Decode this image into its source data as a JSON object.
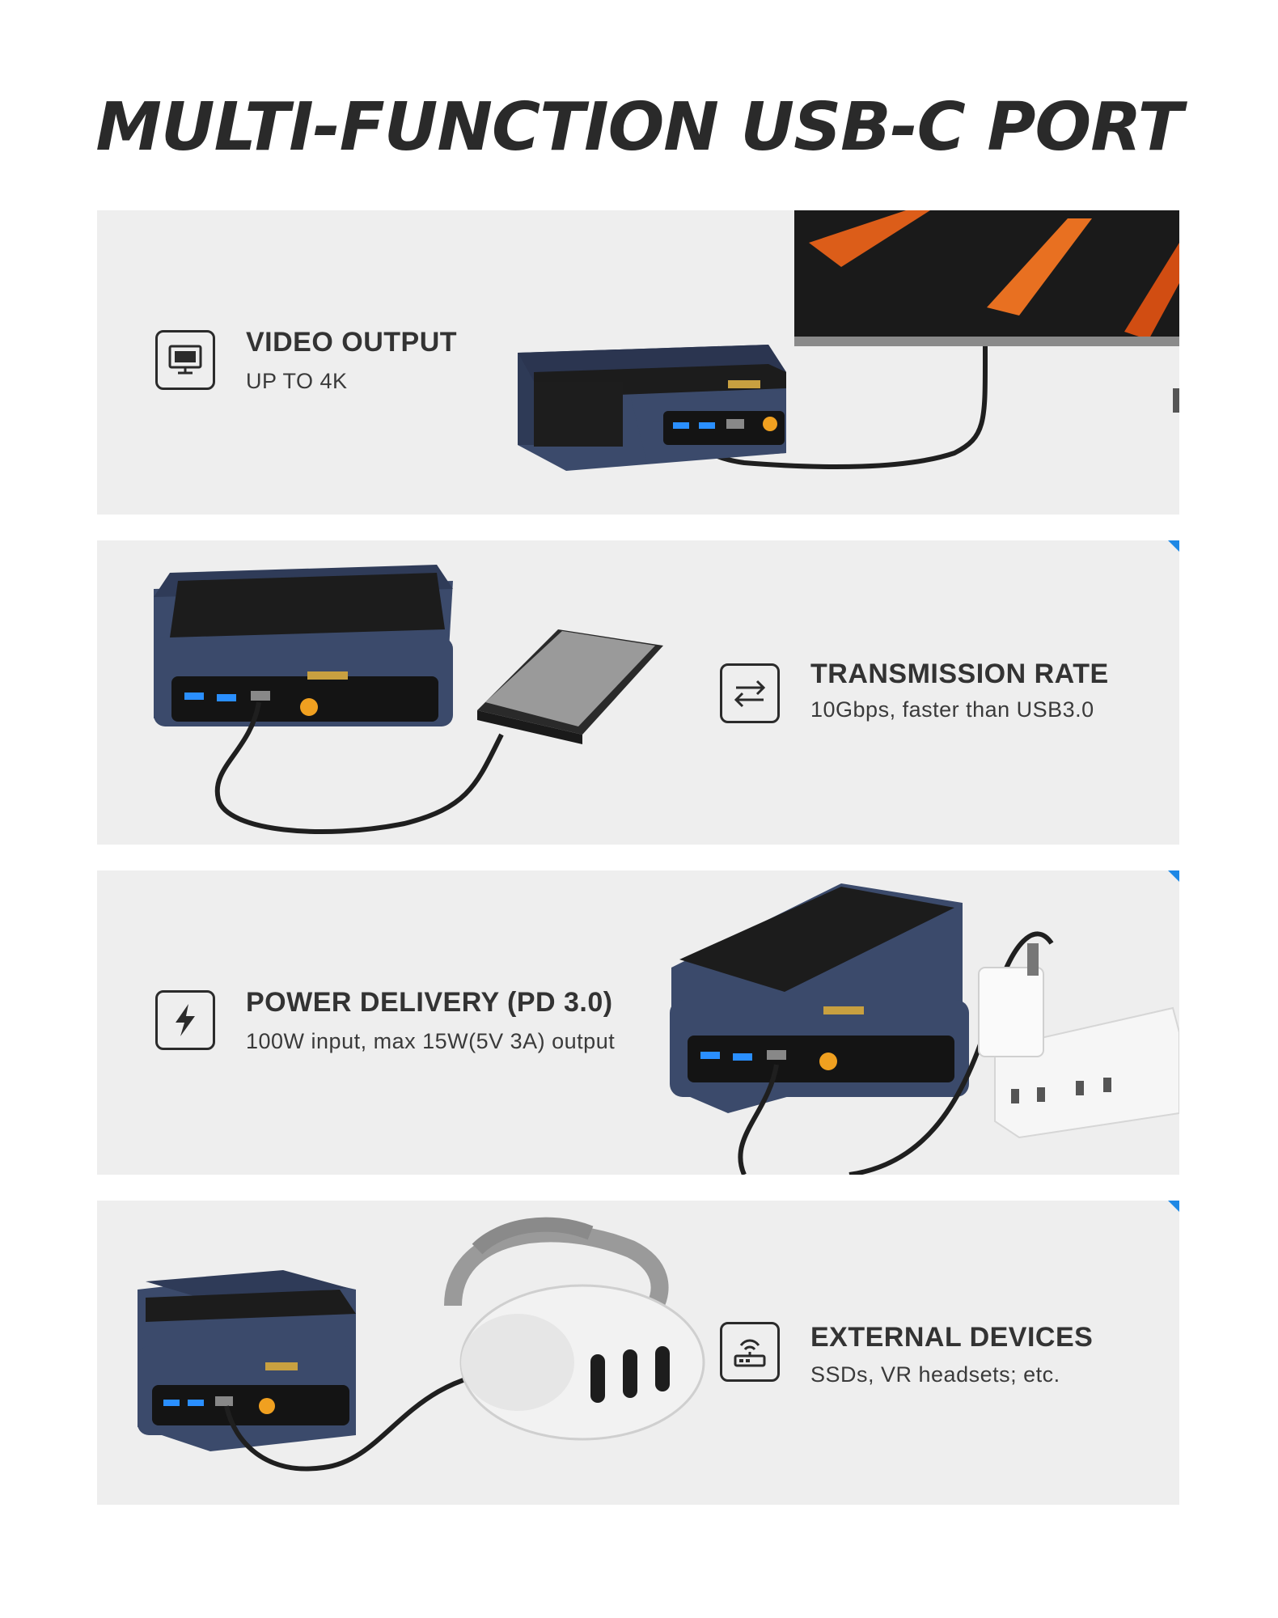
{
  "page": {
    "title": "MULTI-FUNCTION USB-C PORT"
  },
  "panels": [
    {
      "title": "VIDEO OUTPUT",
      "subtitle": "UP TO 4K",
      "icon": "monitor-icon"
    },
    {
      "title": "TRANSMISSION RATE",
      "subtitle": "10Gbps, faster than USB3.0",
      "icon": "transfer-arrows-icon"
    },
    {
      "title": "POWER DELIVERY (PD 3.0)",
      "subtitle": "100W input, max 15W(5V 3A) output",
      "icon": "lightning-icon"
    },
    {
      "title": "EXTERNAL DEVICES",
      "subtitle": "SSDs, VR headsets; etc.",
      "icon": "router-icon"
    }
  ],
  "colors": {
    "accent": "#1e88e5",
    "panel_bg": "#eeeeee",
    "device_blue": "#3b4a6b",
    "power_button": "#f0a020"
  }
}
